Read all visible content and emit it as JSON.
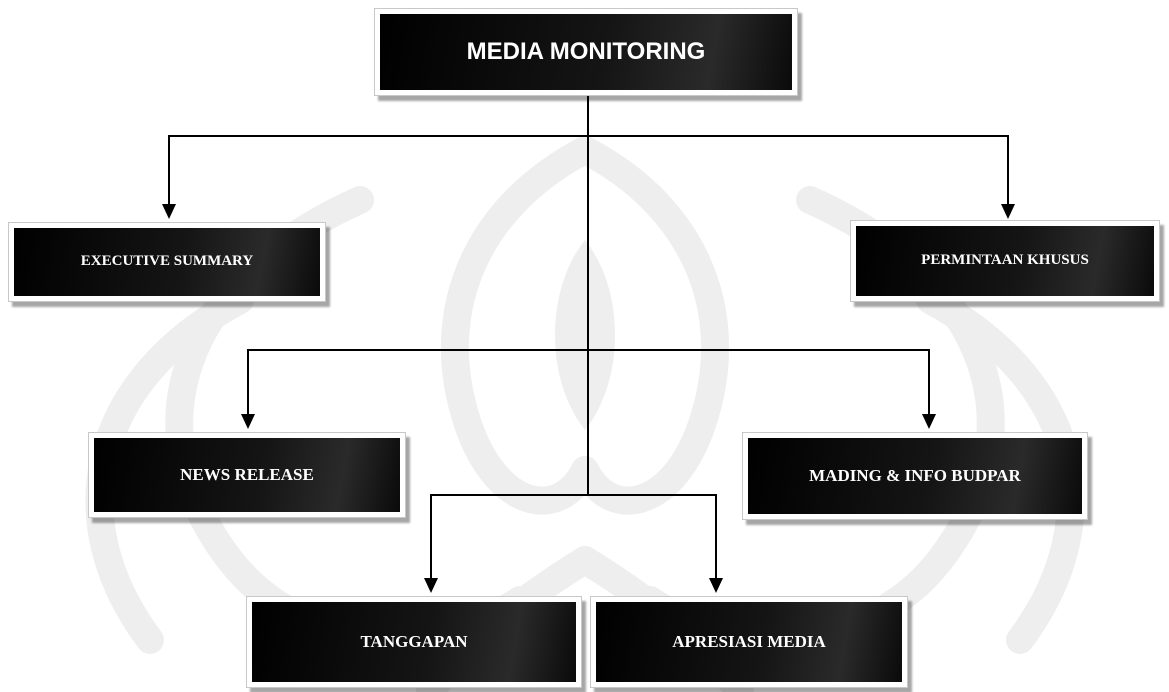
{
  "diagram": {
    "root": {
      "label": "MEDIA MONITORING"
    },
    "nodes": [
      {
        "id": "exec",
        "label": "EXECUTIVE SUMMARY"
      },
      {
        "id": "perm",
        "label": "PERMINTAAN KHUSUS"
      },
      {
        "id": "news",
        "label": "NEWS RELEASE"
      },
      {
        "id": "mading",
        "label": "MADING & INFO BUDPAR"
      },
      {
        "id": "tanggapan",
        "label": "TANGGAPAN"
      },
      {
        "id": "apresiasi",
        "label": "APRESIASI MEDIA"
      }
    ],
    "edges": [
      {
        "from": "MEDIA MONITORING",
        "to": "EXECUTIVE SUMMARY"
      },
      {
        "from": "MEDIA MONITORING",
        "to": "PERMINTAAN KHUSUS"
      },
      {
        "from": "MEDIA MONITORING",
        "to": "NEWS RELEASE"
      },
      {
        "from": "MEDIA MONITORING",
        "to": "MADING & INFO BUDPAR"
      },
      {
        "from": "MEDIA MONITORING",
        "to": "TANGGAPAN"
      },
      {
        "from": "MEDIA MONITORING",
        "to": "APRESIASI MEDIA"
      }
    ]
  },
  "colors": {
    "box_fill": "#000000",
    "box_text": "#ffffff",
    "connector": "#000000",
    "watermark": "#eeeeee"
  }
}
